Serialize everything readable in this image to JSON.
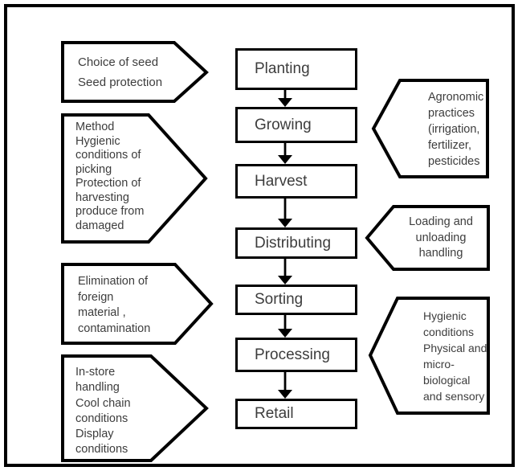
{
  "diagram": {
    "type": "flowchart",
    "colors": {
      "stroke": "#000000",
      "shape_fill": "#ffffff",
      "text": "#3d3d3d",
      "background": "#ffffff"
    },
    "process_steps": [
      {
        "label": "Planting"
      },
      {
        "label": "Growing"
      },
      {
        "label": "Harvest"
      },
      {
        "label": "Distributing"
      },
      {
        "label": "Sorting"
      },
      {
        "label": "Processing"
      },
      {
        "label": "Retail"
      }
    ],
    "left_callouts": [
      {
        "text": "Choice of seed\nSeed protection"
      },
      {
        "text": "Method\nHygienic\nconditions of\npicking\nProtection of\nharvesting\nproduce from\ndamaged"
      },
      {
        "text": "Elimination of\nforeign\nmaterial ,\ncontamination"
      },
      {
        "text": "In-store\nhandling\nCool chain\nconditions\nDisplay\nconditions"
      }
    ],
    "right_callouts": [
      {
        "text": "Agronomic\npractices\n(irrigation,\nfertilizer,\npesticides"
      },
      {
        "text": "Loading and\nunloading\nhandling"
      },
      {
        "text": "Hygienic\nconditions\nPhysical and\nmicro-\nbiological\nand sensory"
      }
    ]
  }
}
